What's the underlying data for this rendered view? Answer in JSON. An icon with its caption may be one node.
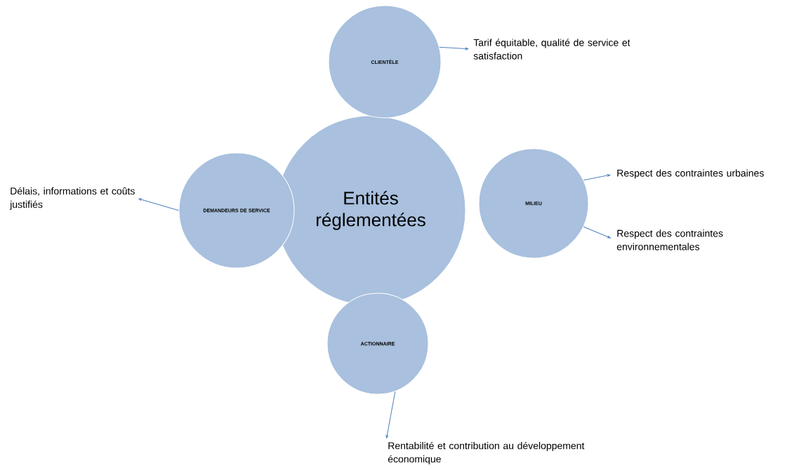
{
  "diagram": {
    "nodes": [
      {
        "text": [
          "Entités réglementées"
        ]
      },
      {
        "text": [
          "CLIENTÈLE"
        ]
      },
      {
        "text": [
          "DEMANDEURS DE SERVICE"
        ]
      },
      {
        "text": [
          "MILIEU"
        ]
      },
      {
        "text": [
          "ACTIONNAIRE"
        ]
      },
      {
        "text": [
          "Tarif équitable, qualité de service et satisfaction"
        ]
      },
      {
        "text": [
          "Délais, informations et coûts justifiés"
        ]
      },
      {
        "text": [
          "Respect des contraintes urbaines"
        ]
      },
      {
        "text": [
          "Respect des contraintes environnementales"
        ]
      },
      {
        "text": [
          "Rentabilité et contribution au développement économique"
        ]
      }
    ],
    "edges": [
      {
        "from": 1,
        "to": 5,
        "arrow": "to"
      },
      {
        "from": 2,
        "to": 6,
        "arrow": "to"
      },
      {
        "from": 3,
        "to": 7,
        "arrow": "to"
      },
      {
        "from": 3,
        "to": 8,
        "arrow": "to"
      },
      {
        "from": 4,
        "to": 9,
        "arrow": "to"
      }
    ]
  }
}
